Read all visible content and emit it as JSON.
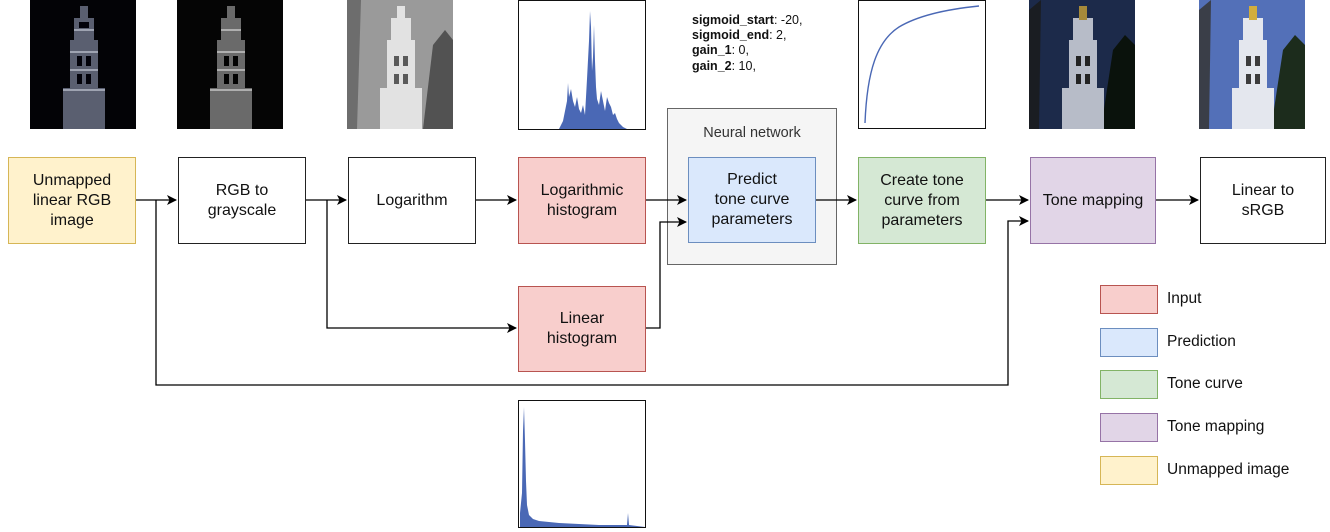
{
  "boxes": {
    "unmapped": "Unmapped\nlinear RGB\nimage",
    "rgb_to_gray": "RGB to\ngrayscale",
    "logarithm": "Logarithm",
    "log_hist": "Logarithmic\nhistogram",
    "lin_hist": "Linear\nhistogram",
    "predict": "Predict\ntone curve\nparameters",
    "create_curve": "Create tone\ncurve from\nparameters",
    "tone_mapping": "Tone mapping",
    "linear_to_srgb": "Linear to\nsRGB"
  },
  "neural_network_label": "Neural network",
  "parameters": [
    {
      "name": "sigmoid_start",
      "value": ": -20,"
    },
    {
      "name": "sigmoid_end",
      "value": ": 2,"
    },
    {
      "name": "gain_1",
      "value": ": 0,"
    },
    {
      "name": "gain_2",
      "value": ": 10,"
    }
  ],
  "legend": [
    {
      "label": "Input",
      "color": "#f8cecc"
    },
    {
      "label": "Prediction",
      "color": "#dae8fc"
    },
    {
      "label": "Tone curve",
      "color": "#d5e8d4"
    },
    {
      "label": "Tone mapping",
      "color": "#e1d5e7"
    },
    {
      "label": "Unmapped image",
      "color": "#fff2cc"
    }
  ],
  "colors": {
    "histogram_fill": "#4a68b5",
    "curve_stroke": "#4a68b5"
  }
}
